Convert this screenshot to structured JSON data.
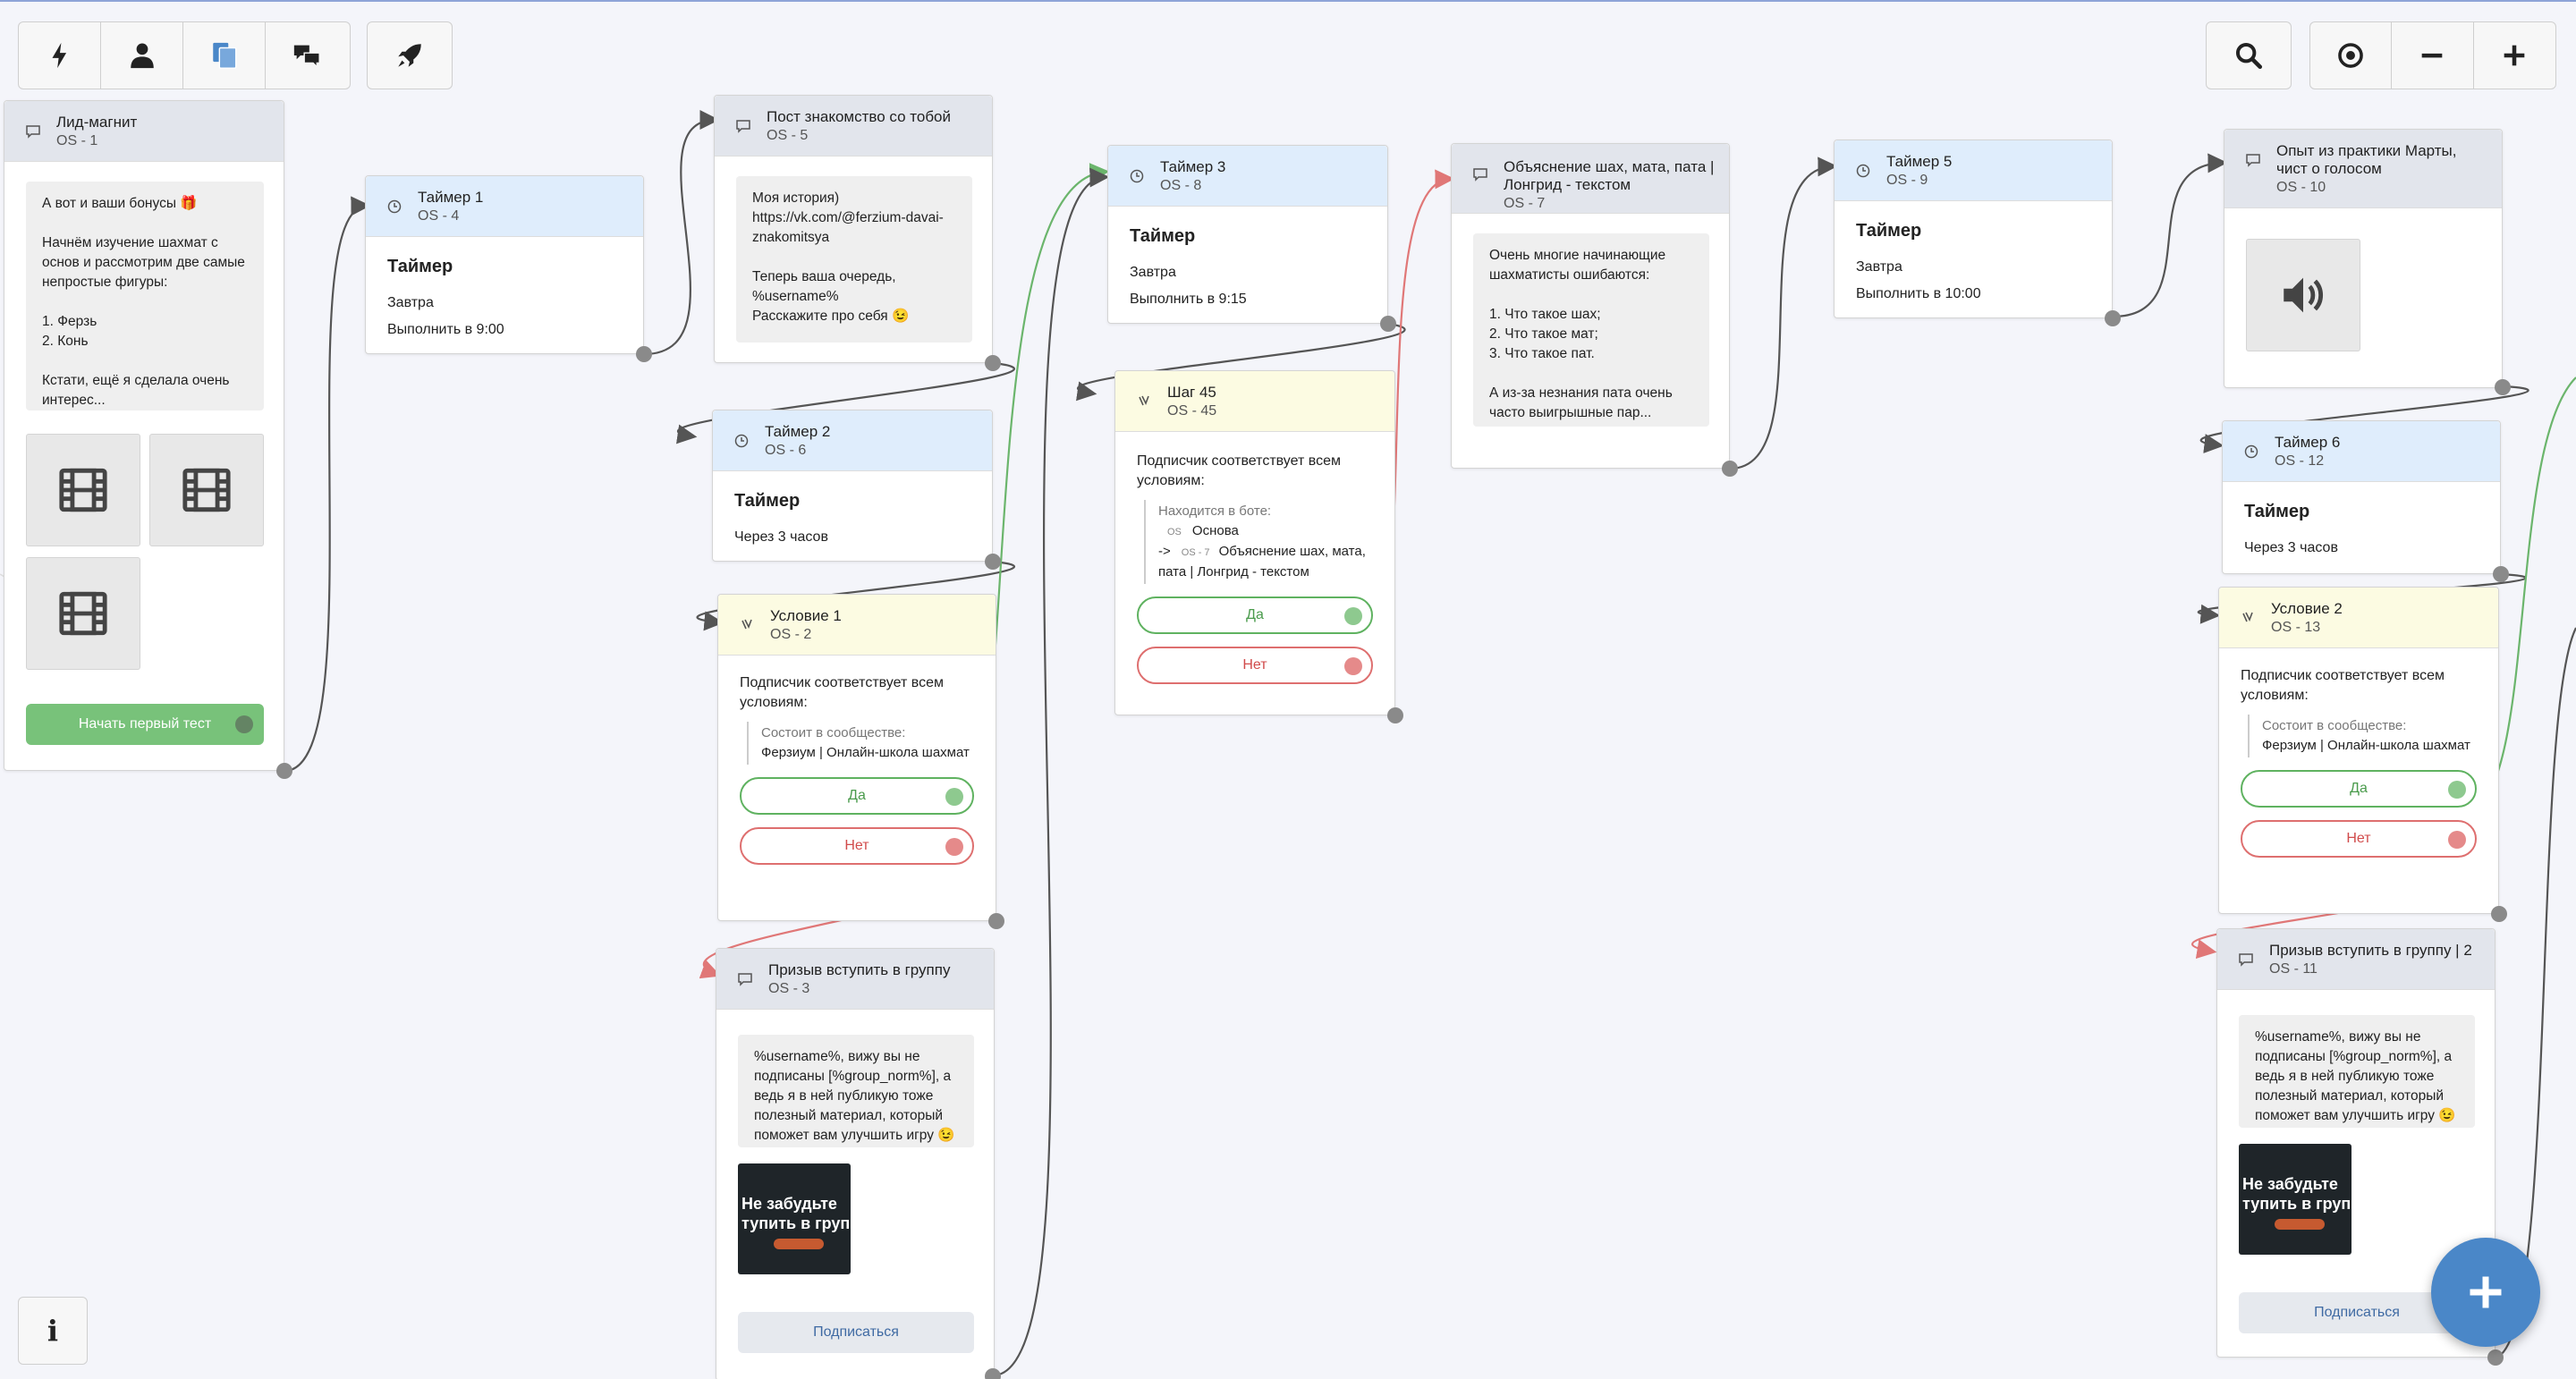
{
  "icons": {
    "toolbar": [
      "lightning-icon",
      "user-icon",
      "documents-icon",
      "chat-icon",
      "rocket-icon"
    ],
    "right": [
      "search-icon",
      "target-icon",
      "minus-icon",
      "plus-icon"
    ],
    "info": "info-icon",
    "fab": "plus-icon"
  },
  "info_label": "i",
  "colors": {
    "accent": "#4a87c8",
    "yes": "#5fb260",
    "no": "#de6f6f",
    "green_button": "#78c27a"
  },
  "cards": {
    "os1": {
      "title": "Лид-магнит",
      "code": "OS - 1",
      "text": "А вот и ваши бонусы 🎁\n\nНачнём изучение шахмат с основ и рассмотрим две самые непростые фигуры:\n\n1. Ферзь\n2. Конь\n\nКстати, ещё я сделала очень интерес...",
      "button": "Начать первый тест"
    },
    "os4": {
      "title": "Таймер 1",
      "code": "OS - 4",
      "head": "Таймер",
      "line1": "Завтра",
      "line2": "Выполнить в 9:00"
    },
    "os5": {
      "title": "Пост знакомство со тобой",
      "code": "OS - 5",
      "text": "Моя история)\nhttps://vk.com/@ferzium-davai-znakomitsya\n\nТеперь ваша очередь, %username%\nРасскажите про себя 😉"
    },
    "os6": {
      "title": "Таймер 2",
      "code": "OS - 6",
      "head": "Таймер",
      "line1": "Через 3 часов"
    },
    "os2": {
      "title": "Условие 1",
      "code": "OS - 2",
      "text": "Подписчик соответствует всем условиям:",
      "label": "Состоит в сообществе:",
      "value": "Ферзиум | Онлайн-школа шахмат",
      "yes": "Да",
      "no": "Нет"
    },
    "os3": {
      "title": "Призыв вступить в группу",
      "code": "OS - 3",
      "text": "%username%, вижу вы не подписаны [%group_norm%], а ведь я в ней публикую тоже полезный материал, который поможет вам улучшить игру 😉",
      "image_text": "Не забудьте\nтупить в групп",
      "button": "Подписаться"
    },
    "os8": {
      "title": "Таймер 3",
      "code": "OS - 8",
      "head": "Таймер",
      "line1": "Завтра",
      "line2": "Выполнить в 9:15"
    },
    "os45": {
      "title": "Шаг 45",
      "code": "OS - 45",
      "text": "Подписчик соответствует всем условиям:",
      "label": "Находится в боте:",
      "tag1": "OS",
      "val1": "Основа",
      "arrow": "->",
      "tag2": "OS - 7",
      "val2": "Объяснение шах, мата, пата | Лонгрид - текстом",
      "yes": "Да",
      "no": "Нет"
    },
    "os7": {
      "title": "Объяснение шах, мата, пата | Лонгрид - текстом",
      "code": "OS - 7",
      "text": "Очень многие начинающие шахматисты ошибаются:\n\n1. Что такое шах;\n2. Что такое мат;\n3. Что такое пат.\n\nА из-за незнания пата очень часто выигрышные пар..."
    },
    "os9": {
      "title": "Таймер 5",
      "code": "OS - 9",
      "head": "Таймер",
      "line1": "Завтра",
      "line2": "Выполнить в 10:00"
    },
    "os10": {
      "title": "Опыт из практики Марты, чист о голосом",
      "code": "OS - 10"
    },
    "os12": {
      "title": "Таймер 6",
      "code": "OS - 12",
      "head": "Таймер",
      "line1": "Через 3 часов"
    },
    "os13": {
      "title": "Условие 2",
      "code": "OS - 13",
      "text": "Подписчик соответствует всем условиям:",
      "label": "Состоит в сообществе:",
      "value": "Ферзиум | Онлайн-школа шахмат",
      "yes": "Да",
      "no": "Нет"
    },
    "os11": {
      "title": "Призыв вступить в группу | 2",
      "code": "OS - 11",
      "text": "%username%, вижу вы не подписаны [%group_norm%], а ведь я в ней публикую тоже полезный материал, который поможет вам улучшить игру 😉",
      "image_text": "Не забудьте\nтупить в групп",
      "button": "Подписаться"
    }
  }
}
